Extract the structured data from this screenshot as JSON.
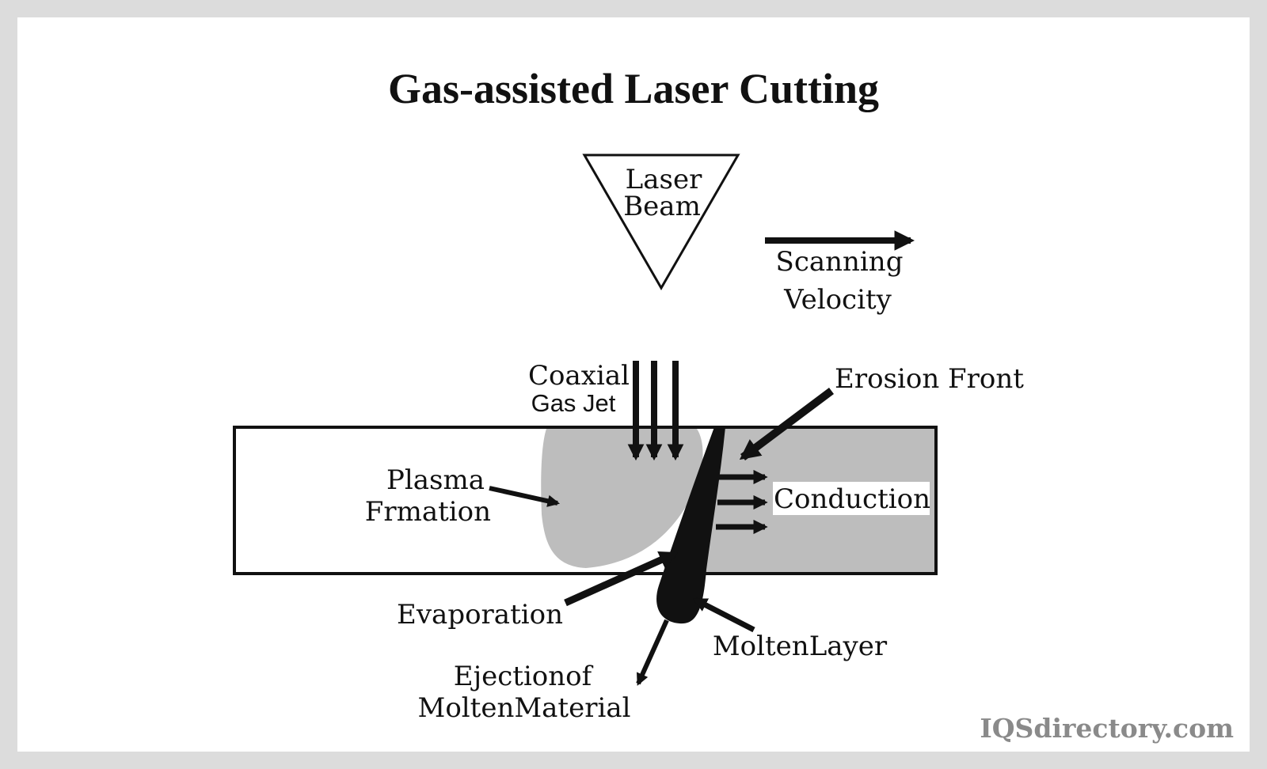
{
  "title": "Gas-assisted Laser Cutting",
  "colors": {
    "background_border": "#dcdcdc",
    "canvas": "#ffffff",
    "ink": "#111111",
    "heated_region": "#bdbdbd",
    "watermark": "#8a8a8a"
  },
  "labels": {
    "laser_beam": [
      "Laser",
      "Beam"
    ],
    "scanning_velocity": [
      "Scanning",
      "Velocity"
    ],
    "coaxial_gas_jet": [
      "Coaxial",
      "Gas Jet"
    ],
    "erosion_front": "Erosion Front",
    "plasma_formation": [
      "Plasma",
      "Frmation"
    ],
    "conduction": "Conduction",
    "evaporation": "Evaporation",
    "molten_layer": "MoltenLayer",
    "ejection_of_molten_material": [
      "Ejectionof",
      "MoltenMaterial"
    ]
  },
  "watermark": "IQSdirectory.com"
}
